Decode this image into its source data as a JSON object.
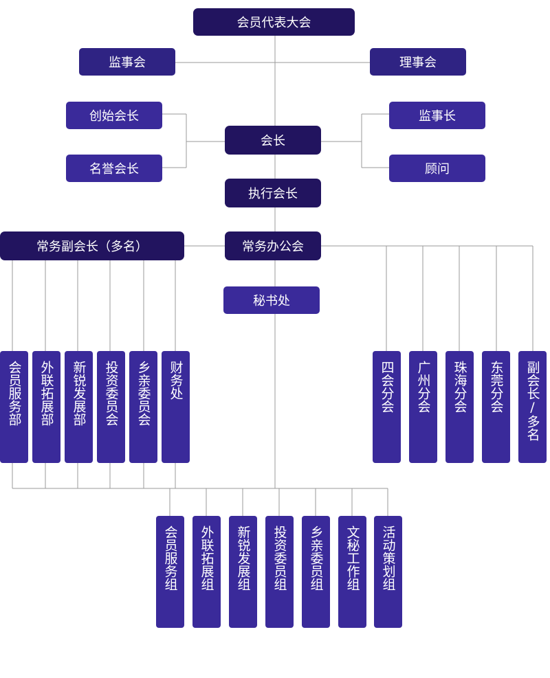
{
  "top": {
    "assembly": "会员代表大会",
    "supervisory_board": "监事会",
    "council": "理事会"
  },
  "leaders": {
    "founding_president": "创始会长",
    "honorary_president": "名誉会长",
    "president": "会长",
    "chief_supervisor": "监事长",
    "advisor": "顾问",
    "executive_president": "执行会长"
  },
  "middle": {
    "standing_vice_presidents": "常务副会长（多名）",
    "standing_office": "常务办公会",
    "secretariat": "秘书处"
  },
  "departments": [
    "会员服务部",
    "外联拓展部",
    "新锐发展部",
    "投资委员会",
    "乡亲委员会",
    "财务处"
  ],
  "branches": [
    "四会分会",
    "广州分会",
    "珠海分会",
    "东莞分会",
    "副会长/多名"
  ],
  "groups": [
    "会员服务组",
    "外联拓展组",
    "新锐发展组",
    "投资委员组",
    "乡亲委员组",
    "文秘工作组",
    "活动策划组"
  ]
}
